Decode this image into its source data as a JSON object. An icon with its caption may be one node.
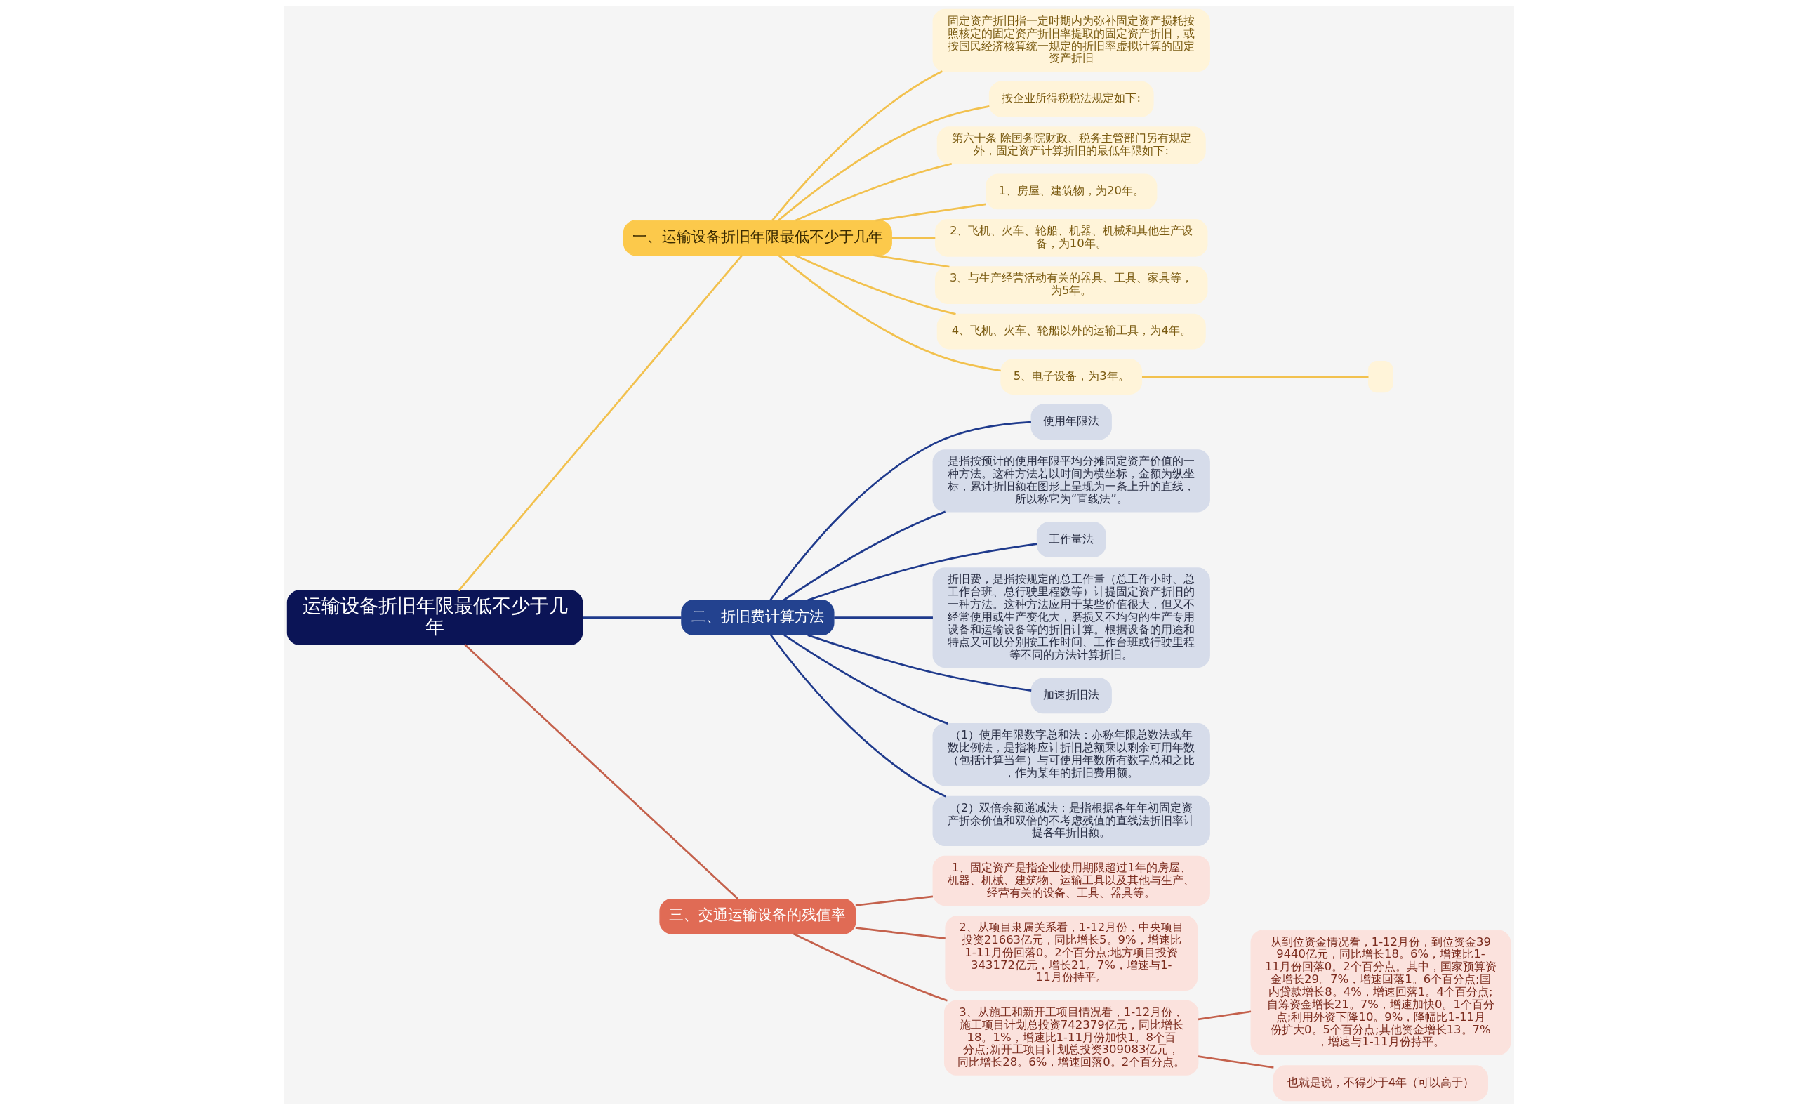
{
  "diagram": {
    "nodes": [
      {
        "text": [
          "运输设备折旧年限最低不少于几年"
        ]
      },
      {
        "text": [
          "一、运输设备折旧年限最低不少于几年"
        ]
      },
      {
        "text": [
          "固定资产折旧指一定时期内为弥补固定资产损耗按照核定的固定资产折旧率提取的固定资产折旧，或按国民经济核算统一规定的折旧率虚拟计算的固定资产折旧"
        ]
      },
      {
        "text": [
          "按企业所得税税法规定如下:"
        ]
      },
      {
        "text": [
          "第六十条 除国务院财政、税务主管部门另有规定外，固定资产计算折旧的最低年限如下:"
        ]
      },
      {
        "text": [
          "1、房屋、建筑物，为20年。"
        ]
      },
      {
        "text": [
          "2、飞机、火车、轮船、机器、机械和其他生产设备，为10年。"
        ]
      },
      {
        "text": [
          "3、与生产经营活动有关的器具、工具、家具等，为5年。"
        ]
      },
      {
        "text": [
          "4、飞机、火车、轮船以外的运输工具，为4年。"
        ]
      },
      {
        "text": [
          "5、电子设备，为3年。"
        ]
      },
      {
        "text": [],
        "shape": "box"
      },
      {
        "text": [
          "二、折旧费计算方法"
        ]
      },
      {
        "text": [
          "使用年限法"
        ]
      },
      {
        "text": [
          "是指按预计的使用年限平均分摊固定资产价值的一种方法。这种方法若以时间为横坐标，金额为纵坐标，累计折旧额在图形上呈现为一条上升的直线，所以称它为“直线法”。"
        ]
      },
      {
        "text": [
          "工作量法"
        ]
      },
      {
        "text": [
          "折旧费，是指按规定的总工作量（总工作小时、总工作台班、总行驶里程数等）计提固定资产折旧的一种方法。这种方法应用于某些价值很大，但又不经常使用或生产变化大，磨损又不均匀的生产专用设备和运输设备等的折旧计算。根据设备的用途和特点又可以分别按工作时间、工作台班或行驶里程等不同的方法计算折旧。"
        ]
      },
      {
        "text": [
          "加速折旧法"
        ]
      },
      {
        "text": [
          "（1）使用年限数字总和法：亦称年限总数法或年数比例法，是指将应计折旧总额乘以剩余可用年数（包括计算当年）与可使用年数所有数字总和之比，作为某年的折旧费用额。"
        ]
      },
      {
        "text": [
          "（2）双倍余额递减法：是指根据各年年初固定资产折余价值和双倍的不考虑残值的直线法折旧率计提各年折旧额。"
        ]
      },
      {
        "text": [
          "三、交通运输设备的残值率"
        ]
      },
      {
        "text": [
          "1、固定资产是指企业使用期限超过1年的房屋、机器、机械、建筑物、运输工具以及其他与生产、经营有关的设备、工具、器具等。"
        ]
      },
      {
        "text": [
          "2、从项目隶属关系看，1-12月份，中央项目投资21663亿元，同比增长5。9%，增速比1-11月份回落0。2个百分点;地方项目投资343172亿元，增长21。7%，增速与1-11月份持平。"
        ]
      },
      {
        "text": [
          "3、从施工和新开工项目情况看，1-12月份，施工项目计划总投资742379亿元，同比增长18。1%，增速比1-11月份加快1。8个百分点;新开工项目计划总投资309083亿元，同比增长28。6%，增速回落0。2个百分点。"
        ]
      },
      {
        "text": [
          "从到位资金情况看，1-12月份，到位资金399440亿元，同比增长18。6%，增速比1-11月份回落0。2个百分点。其中，国家预算资金增长29。7%，增速回落1。6个百分点;国内贷款增长8。4%，增速回落1。4个百分点;自筹资金增长21。7%，增速加快0。1个百分点;利用外资下降10。9%，降幅比1-11月份扩大0。5个百分点;其他资金增长13。7%，增速与1-11月份持平。"
        ]
      },
      {
        "text": [
          "也就是说，不得少于4年（可以高于）"
        ]
      }
    ],
    "edges": [
      {
        "from": 0,
        "to": 1,
        "arrow": "none"
      },
      {
        "from": 1,
        "to": 2,
        "arrow": "none"
      },
      {
        "from": 1,
        "to": 3,
        "arrow": "none"
      },
      {
        "from": 1,
        "to": 4,
        "arrow": "none"
      },
      {
        "from": 1,
        "to": 5,
        "arrow": "none"
      },
      {
        "from": 1,
        "to": 6,
        "arrow": "none"
      },
      {
        "from": 1,
        "to": 7,
        "arrow": "none"
      },
      {
        "from": 1,
        "to": 8,
        "arrow": "none"
      },
      {
        "from": 1,
        "to": 9,
        "arrow": "none"
      },
      {
        "from": 9,
        "to": 10,
        "arrow": "none"
      },
      {
        "from": 0,
        "to": 11,
        "arrow": "none",
        "color": "#1f3a8c"
      },
      {
        "from": 11,
        "to": 12,
        "arrow": "none",
        "color": "#1f3a8c"
      },
      {
        "from": 11,
        "to": 13,
        "arrow": "none",
        "color": "#1f3a8c"
      },
      {
        "from": 11,
        "to": 14,
        "arrow": "none",
        "color": "#1f3a8c"
      },
      {
        "from": 11,
        "to": 15,
        "arrow": "none",
        "color": "#1f3a8c"
      },
      {
        "from": 11,
        "to": 16,
        "arrow": "none",
        "color": "#1f3a8c"
      },
      {
        "from": 11,
        "to": 17,
        "arrow": "none",
        "color": "#1f3a8c"
      },
      {
        "from": 11,
        "to": 18,
        "arrow": "none",
        "color": "#1f3a8c"
      },
      {
        "from": 0,
        "to": 19,
        "arrow": "none",
        "color": "#c4614c"
      },
      {
        "from": 19,
        "to": 20,
        "arrow": "none",
        "color": "#c4614c"
      },
      {
        "from": 19,
        "to": 21,
        "arrow": "none",
        "color": "#c4614c"
      },
      {
        "from": 19,
        "to": 22,
        "arrow": "none",
        "color": "#c4614c"
      },
      {
        "from": 22,
        "to": 23,
        "arrow": "none",
        "color": "#c4614c"
      },
      {
        "from": 22,
        "to": 24,
        "arrow": "none",
        "color": "#c4614c"
      }
    ]
  }
}
